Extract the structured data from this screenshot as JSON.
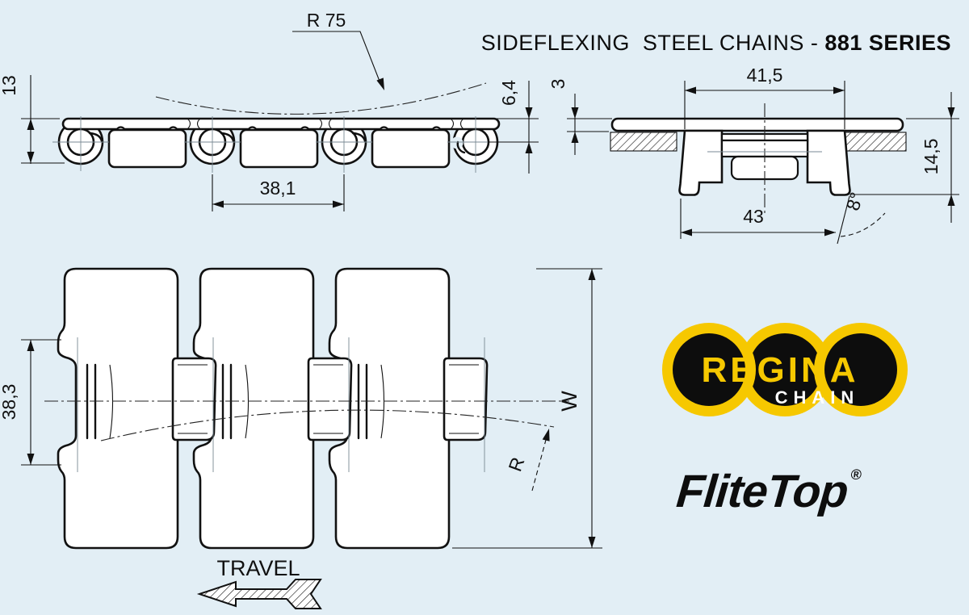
{
  "title": {
    "prefix": "SIDEFLEXING  STEEL CHAINS - ",
    "series": "881 SERIES"
  },
  "side_view": {
    "overall_height": "13",
    "sideflex_radius": "R 75",
    "pitch": "38,1",
    "surface_to_pin_center": "6,4"
  },
  "section_view": {
    "plate_thickness": "3",
    "inner_width": "41,5",
    "overall_height": "14,5",
    "outer_width": "43",
    "flange_angle": "8°"
  },
  "top_view": {
    "hinge_width": "38,3",
    "chain_width": "W",
    "turning_radius": "R",
    "travel_label": "TRAVEL"
  },
  "branding": {
    "regina": "REGINA",
    "chain": "CHAIN",
    "product": "FliteTop",
    "registered": "®"
  },
  "colors": {
    "background": "#e2eef5",
    "line": "#111111",
    "regina_yellow": "#f6c800",
    "logo_black": "#0d0d0d",
    "white": "#ffffff"
  }
}
